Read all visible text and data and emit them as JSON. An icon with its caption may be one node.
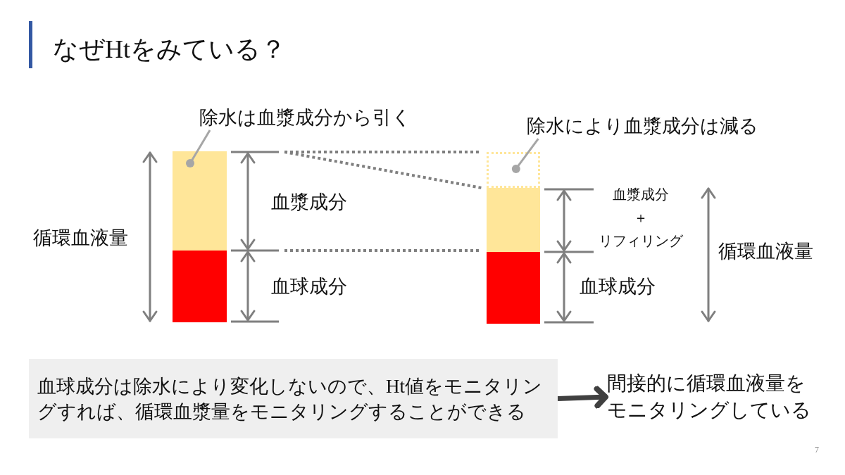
{
  "diagram": {
    "title": "なぜHtをみている？",
    "nodes": [
      {
        "text": [
          "除水は血漿成分から引く"
        ]
      },
      {
        "text": [],
        "shape": "bar"
      },
      {
        "text": [
          "除水により血漿成分は減る"
        ]
      },
      {
        "text": [],
        "shape": "box"
      },
      {
        "text": [],
        "shape": "bar"
      },
      {
        "text": [
          "血球成分は除水により変化しないので、Ht値をモニタリングすれば、循環血漿量をモニタリングすることができる"
        ]
      },
      {
        "text": [
          "間接的に循環血液量をモニタリングしている"
        ]
      }
    ],
    "edges": [
      {
        "from": 0,
        "to": 1,
        "arrow": "other"
      },
      {
        "from": 2,
        "to": 3,
        "arrow": "other"
      },
      {
        "from": 5,
        "to": 6,
        "arrow": "to",
        "style": "thick",
        "color": "#404040"
      }
    ],
    "labels": [
      "循環血液量",
      "血漿成分",
      "血球成分",
      "血漿成分＋リフィリング",
      "血球成分",
      "循環血液量",
      "7"
    ]
  }
}
